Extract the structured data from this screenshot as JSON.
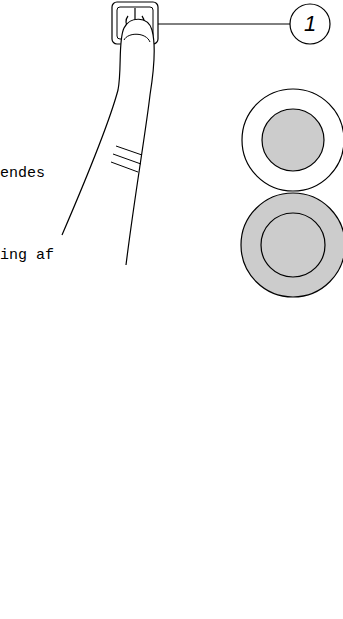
{
  "diagram": {
    "labels": [
      "1",
      "endes",
      "ing af"
    ]
  }
}
